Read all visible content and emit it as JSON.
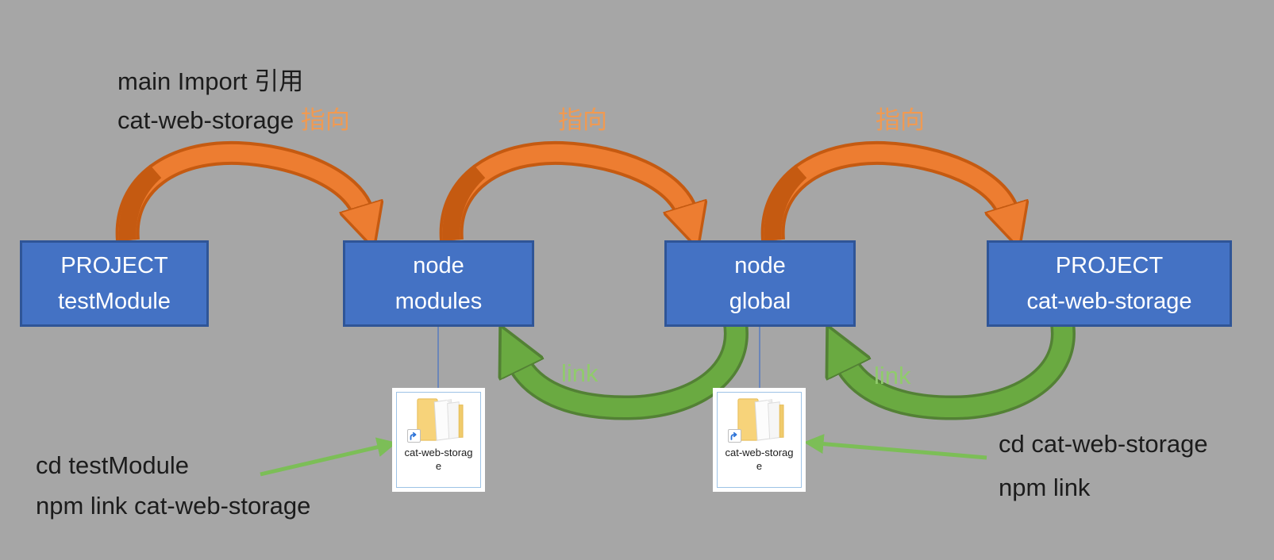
{
  "colors": {
    "bg": "#A6A6A6",
    "box-fill": "#4472C4",
    "box-border": "#2F5597",
    "box-text": "#FFFFFF",
    "orange": "#ED7D31",
    "orange-dark": "#C55A11",
    "orange-label": "#F09A52",
    "green": "#6AAA41",
    "green-dark": "#538135",
    "green-light": "#7CBE57",
    "green-label": "#90CB6C",
    "text": "#1C1C1C",
    "connector": "#4472C4",
    "card-border": "#9DC3E6",
    "folder-yellow": "#F7D37A"
  },
  "notes": {
    "import_line1": "main Import 引用",
    "import_line2_prefix": "cat-web-storage ",
    "pointer_label": "指向",
    "link_label": "link",
    "cmd_left_line1": "cd testModule",
    "cmd_left_line2": "npm link cat-web-storage",
    "cmd_right_line1": "cd cat-web-storage",
    "cmd_right_line2": "npm link"
  },
  "boxes": [
    {
      "lines": [
        "PROJECT",
        "testModule"
      ]
    },
    {
      "lines": [
        "node",
        "modules"
      ]
    },
    {
      "lines": [
        "node",
        "global"
      ]
    },
    {
      "lines": [
        "PROJECT",
        "cat-web-storage"
      ]
    }
  ],
  "folders": [
    {
      "caption_line1": "cat-web-storag",
      "caption_line2": "e"
    },
    {
      "caption_line1": "cat-web-storag",
      "caption_line2": "e"
    }
  ]
}
